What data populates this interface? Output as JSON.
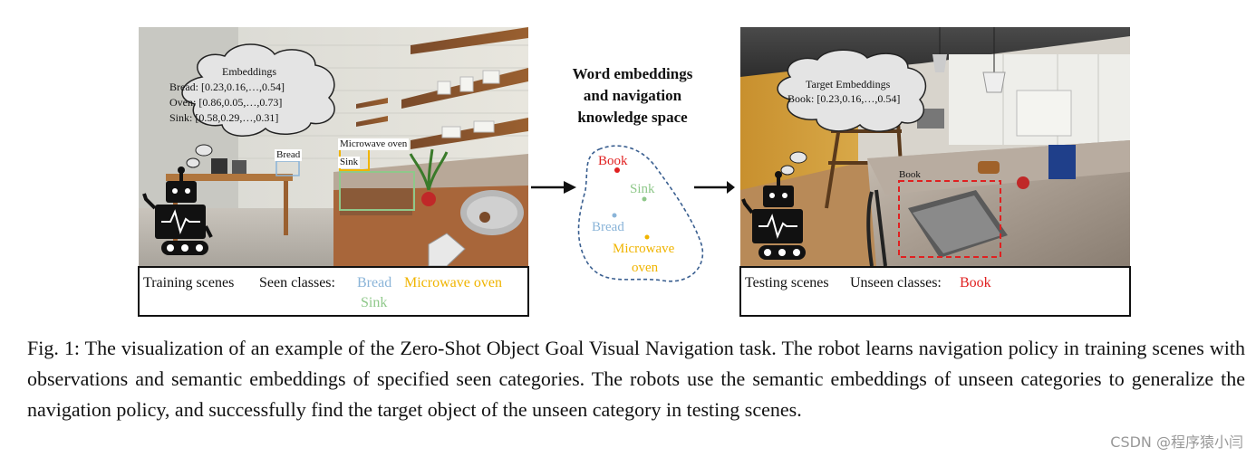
{
  "left_panel": {
    "cloud": {
      "title": "Embeddings",
      "lines": [
        "Bread: [0.23,0.16,…,0.54]",
        "Oven: [0.86,0.05,…,0.73]",
        "Sink:  [0.58,0.29,…,0.31]"
      ]
    },
    "labels": {
      "bread": "Bread",
      "microwave": "Microwave oven",
      "sink": "Sink"
    },
    "caption": {
      "scene": "Training scenes",
      "classes_label": "Seen classes:",
      "bread": "Bread",
      "microwave": "Microwave oven",
      "sink": "Sink"
    }
  },
  "middle": {
    "title_lines": [
      "Word embeddings",
      "and  navigation",
      "knowledge space"
    ],
    "points": {
      "book": "Book",
      "sink": "Sink",
      "bread": "Bread",
      "microwave_1": "Microwave",
      "microwave_2": "oven"
    }
  },
  "right_panel": {
    "cloud": {
      "title": "Target Embeddings",
      "lines": [
        "Book: [0.23,0.16,…,0.54]"
      ]
    },
    "labels": {
      "book": "Book"
    },
    "caption": {
      "scene": "Testing scenes",
      "classes_label": "Unseen classes:",
      "book": "Book"
    }
  },
  "figure_caption": "Fig. 1: The visualization of an example of the Zero-Shot Object Goal Visual Navigation task. The robot learns navigation policy in training scenes with observations and semantic embeddings of specified seen categories. The robots use the semantic embeddings of unseen categories to generalize the navigation policy, and successfully find the target object of the unseen category in testing scenes.",
  "watermark": "CSDN @程序猿小闫",
  "colors": {
    "bread": "#8ab4d8",
    "microwave": "#f0b400",
    "sink": "#8fc88a",
    "book": "#e02020",
    "dashed_outline": "#3a5f90"
  }
}
